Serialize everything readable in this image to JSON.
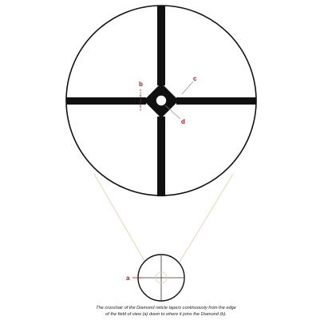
{
  "labels": {
    "a": "a",
    "b": "b",
    "c": "c",
    "d": "d"
  },
  "caption": "The crosshair of the Diamond reticle tapers continuously from the edge of the field of view (a) down to where it joins the Diamond (b).",
  "colors": {
    "reticle": "#111111",
    "label": "#a01818",
    "guide": "#e0d3a8",
    "background": "#ffffff"
  }
}
